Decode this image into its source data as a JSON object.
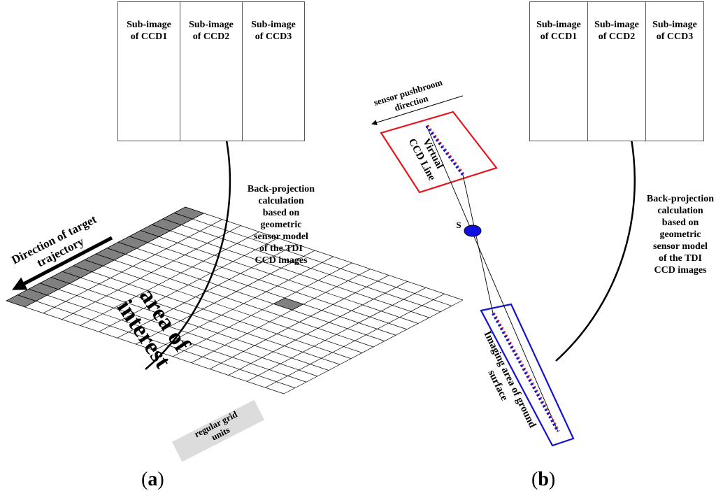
{
  "panel_a": {
    "ccd_labels": [
      "Sub-image\nof CCD1",
      "Sub-image\nof CCD2",
      "Sub-image\nof CCD3"
    ],
    "backprojection_text": "Back-projection\ncalculation\nbased on\ngeometric\nsensor model\nof the TDI\nCCD images",
    "trajectory_label": "Direction of target\ntrajectory",
    "aoi_label": "area of\ninterest",
    "grid_units_label": "regular grid\nunits",
    "panel_label": "a"
  },
  "panel_b": {
    "ccd_labels": [
      "Sub-image\nof CCD1",
      "Sub-image\nof CCD2",
      "Sub-image\nof CCD3"
    ],
    "backprojection_text": "Back-projection\ncalculation\nbased on\ngeometric\nsensor model\nof the TDI\nCCD images",
    "pushbroom_label": "sensor pushbroom\ndirection",
    "virtual_line_label": "Virtual\nCCD Line",
    "projection_center_label": "S",
    "imaging_area_label": "Imaging area of ground\nsurface",
    "panel_label": "b"
  },
  "colors": {
    "virtual_box": "#e8141c",
    "imaging_box": "#1414d0",
    "projection_center": "#1010e0",
    "grid_shade": "#808080"
  }
}
